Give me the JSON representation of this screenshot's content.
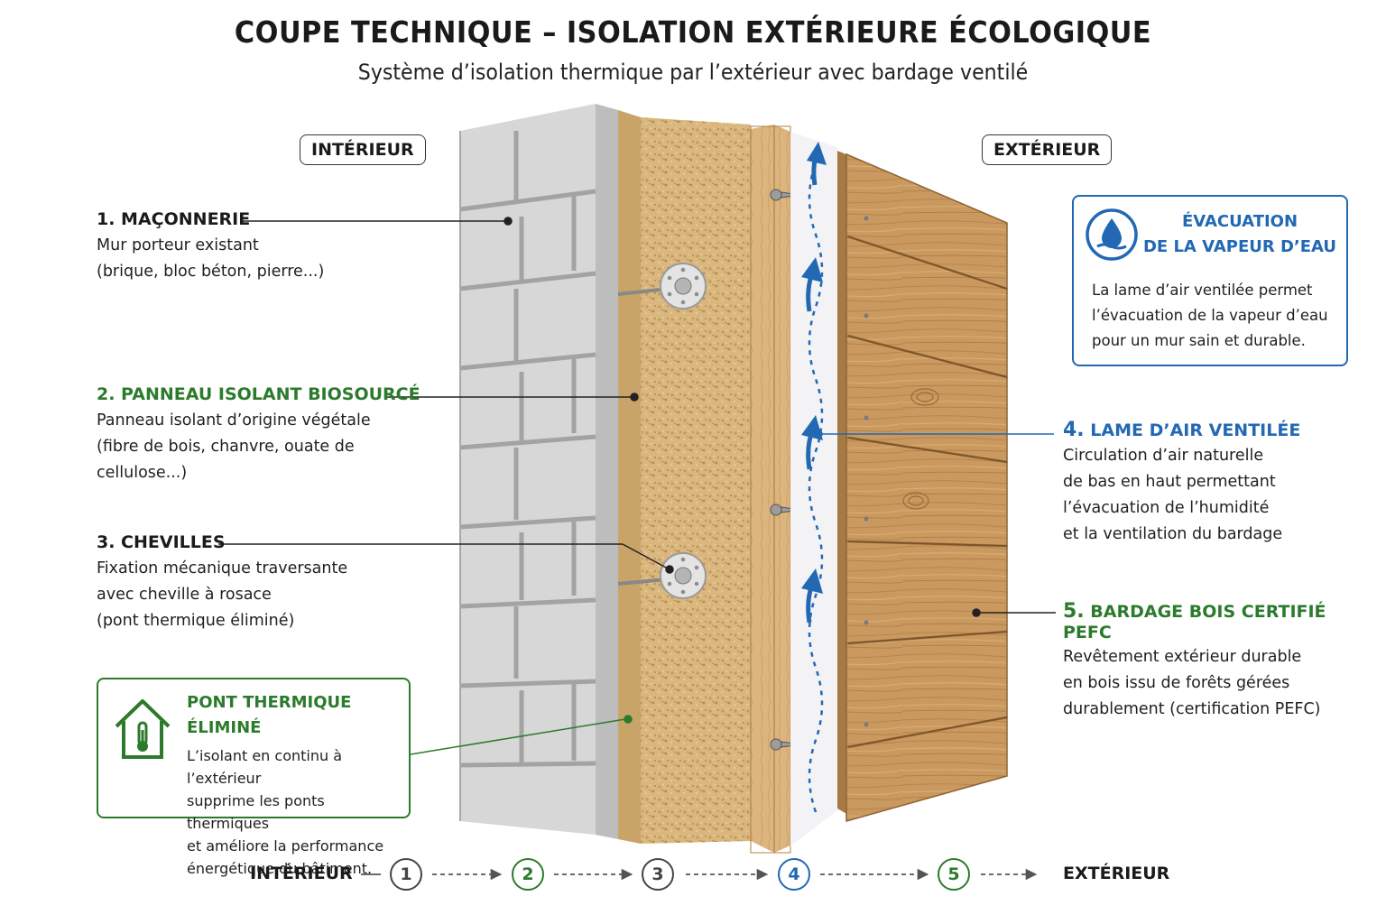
{
  "header": {
    "title": "COUPE TECHNIQUE – ISOLATION EXTÉRIEURE ÉCOLOGIQUE",
    "subtitle": "Système d’isolation thermique par l’extérieur avec bardage ventilé"
  },
  "badges": {
    "interior": "INTÉRIEUR",
    "exterior": "EXTÉRIEUR"
  },
  "layers": [
    {
      "title": "1. MAÇONNERIE",
      "lines": [
        "Mur porteur existant",
        "(brique, bloc béton, pierre...)"
      ]
    },
    {
      "title": "2. PANNEAU ISOLANT BIOSOURCÉ",
      "lines": [
        "Panneau isolant d’origine végétale",
        "(fibre de bois, chanvre, ouate de",
        "cellulose...)"
      ]
    },
    {
      "title": "3. CHEVILLES",
      "lines": [
        "Fixation mécanique traversante",
        "avec cheville à rosace",
        "(pont thermique éliminé)"
      ]
    },
    {
      "num": "4.",
      "title": "LAME D’AIR VENTILÉE",
      "lines": [
        "Circulation d’air naturelle",
        "de bas en haut permettant",
        "l’évacuation de l’humidité",
        "et la ventilation du bardage"
      ]
    },
    {
      "num": "5.",
      "title": "BARDAGE BOIS CERTIFIÉ PEFC",
      "lines": [
        "Revêtement extérieur durable",
        "en bois issu de forêts gérées",
        "durablement (certification PEFC)"
      ]
    }
  ],
  "callout_bridge": {
    "title": "PONT THERMIQUE ÉLIMINÉ",
    "lines": [
      "L’isolant en continu à l’extérieur",
      "supprime les ponts thermiques",
      "et améliore la performance",
      "énergétique du bâtiment."
    ],
    "icon": "house-thermometer-icon",
    "color": "#2c7a2c"
  },
  "callout_vapor": {
    "title_lines": [
      "ÉVACUATION",
      "DE LA VAPEUR D’EAU"
    ],
    "lines": [
      "La lame d’air ventilée permet",
      "l’évacuation de la vapeur d’eau",
      "pour un mur sain et durable."
    ],
    "icon": "water-drop-icon",
    "color": "#2268b3"
  },
  "sequence": {
    "start": "INTÉRIEUR",
    "end": "EXTÉRIEUR",
    "steps": [
      "1",
      "2",
      "3",
      "4",
      "5"
    ],
    "step_colors": [
      "#444444",
      "#2c7a2c",
      "#444444",
      "#2268b3",
      "#2c7a2c"
    ]
  }
}
